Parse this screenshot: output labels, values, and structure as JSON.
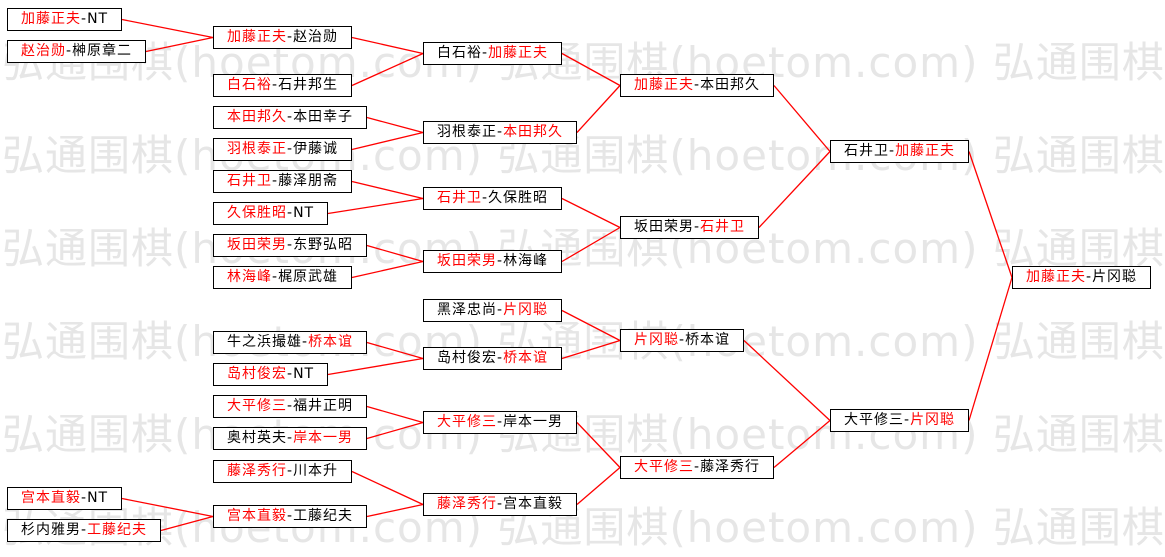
{
  "sep": "-",
  "watermark": {
    "text": "弘通围棋(hoetom.com)",
    "color": "#e6e6e6"
  },
  "colors": {
    "line": "#ff0000",
    "winner": "#ff0000",
    "loser": "#000000"
  },
  "matches": [
    {
      "p1": "加藤正夫",
      "c1": "red",
      "p2": "NT",
      "c2": "black"
    },
    {
      "p1": "赵治勋",
      "c1": "red",
      "p2": "榊原章二",
      "c2": "black"
    },
    {
      "p1": "宫本直毅",
      "c1": "red",
      "p2": "NT",
      "c2": "black"
    },
    {
      "p1": "杉内雅男",
      "c1": "black",
      "p2": "工藤纪夫",
      "c2": "red"
    },
    {
      "p1": "加藤正夫",
      "c1": "red",
      "p2": "赵治勋",
      "c2": "black"
    },
    {
      "p1": "白石裕",
      "c1": "red",
      "p2": "石井邦生",
      "c2": "black"
    },
    {
      "p1": "本田邦久",
      "c1": "red",
      "p2": "本田幸子",
      "c2": "black"
    },
    {
      "p1": "羽根泰正",
      "c1": "red",
      "p2": "伊藤诚",
      "c2": "black"
    },
    {
      "p1": "石井卫",
      "c1": "red",
      "p2": "藤泽朋斋",
      "c2": "black"
    },
    {
      "p1": "久保胜昭",
      "c1": "red",
      "p2": "NT",
      "c2": "black"
    },
    {
      "p1": "坂田荣男",
      "c1": "red",
      "p2": "东野弘昭",
      "c2": "black"
    },
    {
      "p1": "林海峰",
      "c1": "red",
      "p2": "梶原武雄",
      "c2": "black"
    },
    {
      "p1": "牛之浜撮雄",
      "c1": "black",
      "p2": "桥本谊",
      "c2": "red"
    },
    {
      "p1": "岛村俊宏",
      "c1": "red",
      "p2": "NT",
      "c2": "black"
    },
    {
      "p1": "大平修三",
      "c1": "red",
      "p2": "福井正明",
      "c2": "black"
    },
    {
      "p1": "奥村英夫",
      "c1": "black",
      "p2": "岸本一男",
      "c2": "red"
    },
    {
      "p1": "藤泽秀行",
      "c1": "red",
      "p2": "川本升",
      "c2": "black"
    },
    {
      "p1": "宫本直毅",
      "c1": "red",
      "p2": "工藤纪夫",
      "c2": "black"
    },
    {
      "p1": "白石裕",
      "c1": "black",
      "p2": "加藤正夫",
      "c2": "red"
    },
    {
      "p1": "羽根泰正",
      "c1": "black",
      "p2": "本田邦久",
      "c2": "red"
    },
    {
      "p1": "石井卫",
      "c1": "red",
      "p2": "久保胜昭",
      "c2": "black"
    },
    {
      "p1": "坂田荣男",
      "c1": "red",
      "p2": "林海峰",
      "c2": "black"
    },
    {
      "p1": "黑泽忠尚",
      "c1": "black",
      "p2": "片冈聪",
      "c2": "red"
    },
    {
      "p1": "岛村俊宏",
      "c1": "black",
      "p2": "桥本谊",
      "c2": "red"
    },
    {
      "p1": "大平修三",
      "c1": "red",
      "p2": "岸本一男",
      "c2": "black"
    },
    {
      "p1": "藤泽秀行",
      "c1": "red",
      "p2": "宫本直毅",
      "c2": "black"
    },
    {
      "p1": "加藤正夫",
      "c1": "red",
      "p2": "本田邦久",
      "c2": "black"
    },
    {
      "p1": "坂田荣男",
      "c1": "black",
      "p2": "石井卫",
      "c2": "red"
    },
    {
      "p1": "片冈聪",
      "c1": "red",
      "p2": "桥本谊",
      "c2": "black"
    },
    {
      "p1": "大平修三",
      "c1": "red",
      "p2": "藤泽秀行",
      "c2": "black"
    },
    {
      "p1": "石井卫",
      "c1": "black",
      "p2": "加藤正夫",
      "c2": "red"
    },
    {
      "p1": "大平修三",
      "c1": "black",
      "p2": "片冈聪",
      "c2": "red"
    },
    {
      "p1": "加藤正夫",
      "c1": "red",
      "p2": "片冈聪",
      "c2": "black"
    }
  ],
  "connections": [
    [
      0,
      4
    ],
    [
      1,
      4
    ],
    [
      4,
      18
    ],
    [
      5,
      18
    ],
    [
      6,
      19
    ],
    [
      7,
      19
    ],
    [
      8,
      20
    ],
    [
      9,
      20
    ],
    [
      10,
      21
    ],
    [
      11,
      21
    ],
    [
      12,
      23
    ],
    [
      13,
      23
    ],
    [
      14,
      24
    ],
    [
      15,
      24
    ],
    [
      2,
      17
    ],
    [
      3,
      17
    ],
    [
      16,
      25
    ],
    [
      17,
      25
    ],
    [
      18,
      26
    ],
    [
      19,
      26
    ],
    [
      20,
      27
    ],
    [
      21,
      27
    ],
    [
      22,
      28
    ],
    [
      23,
      28
    ],
    [
      24,
      29
    ],
    [
      25,
      29
    ],
    [
      26,
      30
    ],
    [
      27,
      30
    ],
    [
      28,
      31
    ],
    [
      29,
      31
    ],
    [
      30,
      32
    ],
    [
      31,
      32
    ]
  ]
}
